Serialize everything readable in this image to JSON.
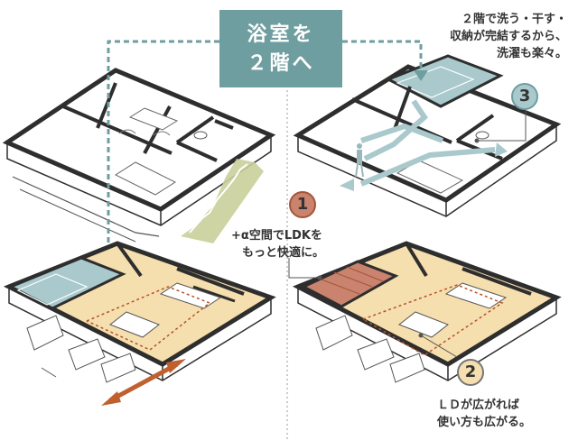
{
  "title": {
    "line1": "浴室を",
    "line2": "２階へ"
  },
  "callouts": {
    "c1": {
      "number": "1",
      "line1": "+α空間でLDKを",
      "line2": "もっと快適に。"
    },
    "c2": {
      "number": "2",
      "line1": "ＬＤが広がれば",
      "line2": "使い方も広がる。"
    },
    "c3": {
      "number": "3",
      "line1": "２階で洗う・干す・",
      "line2": "収納が完結するから、",
      "line3": "洗濯も楽々。"
    }
  },
  "colors": {
    "teal": "#6f9ea0",
    "teal_light": "#a9c9cc",
    "floor_beige": "#f6dfae",
    "terracotta": "#c9836e",
    "terracotta_dark": "#a55638",
    "dash_red": "#b5532c",
    "arrow_orange": "#c0602f",
    "arrow_green": "#c9cf9a",
    "wall": "#333333"
  }
}
